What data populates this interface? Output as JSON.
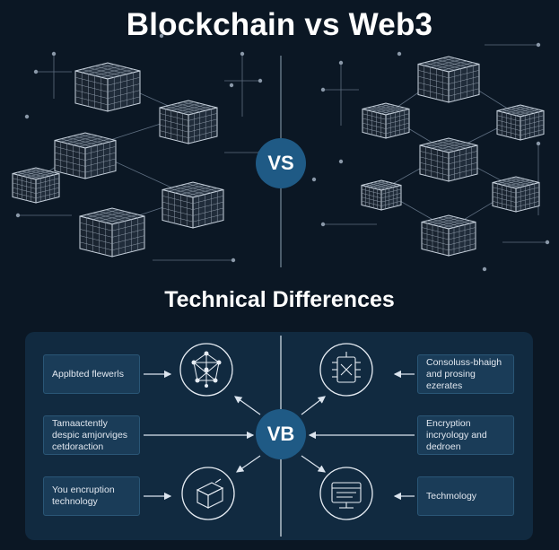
{
  "header": {
    "title": "Blockchain vs Web3",
    "vs_label": "VS"
  },
  "section": {
    "title": "Technical Differences",
    "center_label": "VB"
  },
  "left_boxes": [
    {
      "text": "Applbted flewerls"
    },
    {
      "text": "Tamaactently despic amjorviges cetdoraction"
    },
    {
      "text": "You encruption technology"
    }
  ],
  "right_boxes": [
    {
      "text": "Consoluss-bhaigh and prosing ezerates"
    },
    {
      "text": "Encryption incryology and dedroen"
    },
    {
      "text": "Techmology"
    }
  ],
  "icons": [
    "network-icon",
    "chip-icon",
    "cube-icon",
    "terminal-icon"
  ],
  "colors": {
    "background": "#0b1724",
    "accent": "#1f5a85",
    "panel": "#112a40",
    "box": "#1a3c58"
  }
}
